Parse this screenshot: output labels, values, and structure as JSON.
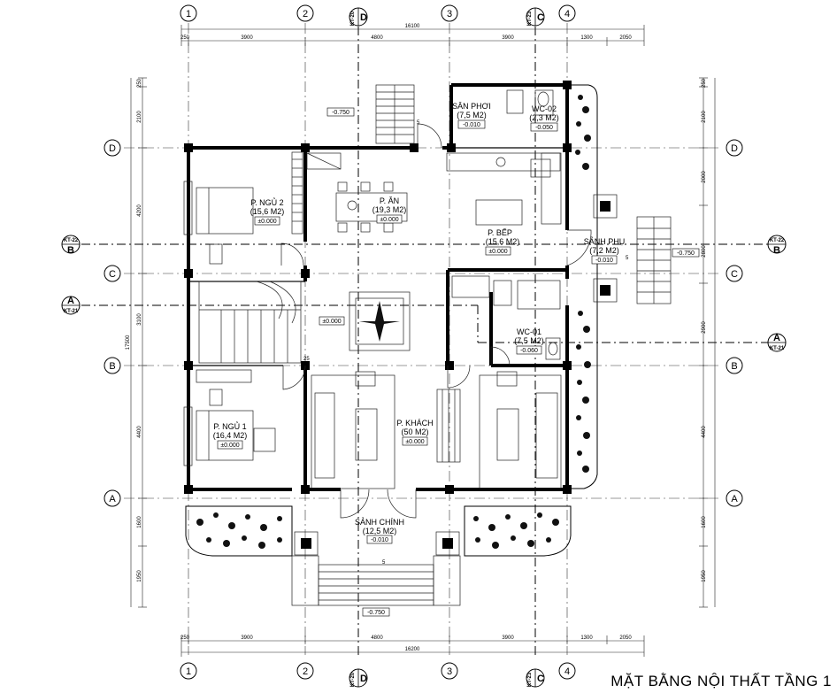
{
  "title": "MẶT BẰNG NỘI THẤT TẦNG 1",
  "grid_columns": [
    "1",
    "2",
    "3",
    "4"
  ],
  "grid_rows": [
    "D",
    "C",
    "B",
    "A"
  ],
  "dims_top": [
    "250",
    "3900",
    "4800",
    "3900",
    "1300",
    "2050"
  ],
  "dims_bottom": [
    "250",
    "3900",
    "4800",
    "3900",
    "1300",
    "2050"
  ],
  "total_top": "16100",
  "total_bottom": "16200",
  "dims_left": [
    "250",
    "2100",
    "4200",
    "3100",
    "17500",
    "4400",
    "1600",
    "1950"
  ],
  "dims_right": [
    "250",
    "2100",
    "2000",
    "2800",
    "2900",
    "4400",
    "1600",
    "1950"
  ],
  "sections": {
    "kt22": "KT-22",
    "kt21": "KT-21",
    "kt20": "KT-20",
    "kt23": "KT-23",
    "mark_a": "A",
    "mark_b": "B",
    "mark_c": "C",
    "mark_d": "D"
  },
  "rooms": {
    "san_phoi": {
      "name": "SÂN PHƠI",
      "area": "(7,5 M2)",
      "level": "-0.010"
    },
    "wc02": {
      "name": "WC-02",
      "area": "(2,3 M2)",
      "level": "-0.050"
    },
    "p_an": {
      "name": "P. ĂN",
      "area": "(19,3 M2)",
      "level": "±0.000"
    },
    "p_ngu2": {
      "name": "P. NGỦ 2",
      "area": "(15,6 M2)",
      "level": "±0.000"
    },
    "p_bep": {
      "name": "P. BẾP",
      "area": "(15,6 M2)",
      "level": "±0.000"
    },
    "sanh_phu": {
      "name": "SẢNH PHỤ",
      "area": "(7,2 M2)",
      "level": "-0.010"
    },
    "wc01": {
      "name": "WC-01",
      "area": "(7,5 M2)",
      "level": "-0.060"
    },
    "p_khach": {
      "name": "P. KHÁCH",
      "area": "(50 M2)",
      "level": "±0.000"
    },
    "p_ngu1": {
      "name": "P. NGỦ 1",
      "area": "(16,4 M2)",
      "level": "±0.000"
    },
    "sanh_chinh": {
      "name": "SẢNH CHÍNH",
      "area": "(12,5 M2)",
      "level": "-0.010"
    }
  },
  "levels": {
    "exterior_top": "-0.750",
    "exterior_right": "-0.750",
    "exterior_bottom": "-0.750",
    "hall": "±0.000"
  },
  "small_marks": {
    "stair_top": "5",
    "stair_bottom": "5",
    "stair_side": "5",
    "hall_25": "25"
  }
}
